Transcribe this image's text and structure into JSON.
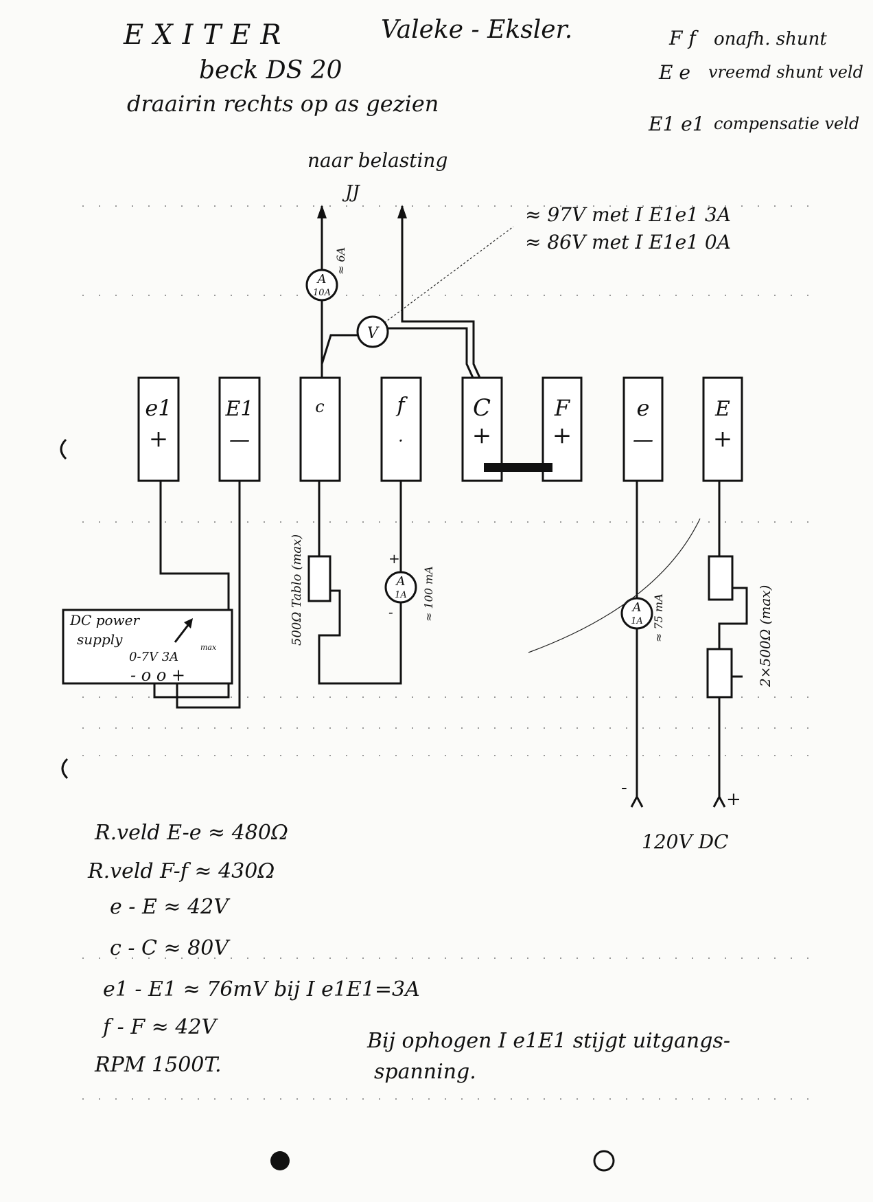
{
  "header": {
    "title": "EXITER",
    "maker": "Valeke - Eksler.",
    "model": "beck DS 20",
    "rotation": "draairin rechts op as gezien"
  },
  "legend": [
    {
      "pair": "F f",
      "text": "onafh. shunt"
    },
    {
      "pair": "E e",
      "text": "vreemd shunt veld"
    },
    {
      "pair": "E1 e1",
      "text": "compensatie veld"
    }
  ],
  "load": {
    "label": "naar belasting",
    "arrow_mark": "JJ"
  },
  "voltage_notes": [
    "≈ 97V met I E1e1 3A",
    "≈ 86V met I E1e1 0A"
  ],
  "terminals": [
    {
      "letter": "e1",
      "sign": "+"
    },
    {
      "letter": "E1",
      "sign": "—"
    },
    {
      "letter": "c",
      "sign": ""
    },
    {
      "letter": "f",
      "sign": "·"
    },
    {
      "letter": "C",
      "sign": "+"
    },
    {
      "letter": "F",
      "sign": "+"
    },
    {
      "letter": "e",
      "sign": "—"
    },
    {
      "letter": "E",
      "sign": "+"
    }
  ],
  "meters": {
    "load_ammeter": {
      "symbol": "A",
      "range": "10A",
      "reading": "≈ 6A"
    },
    "voltmeter": {
      "symbol": "V"
    },
    "f_ammeter": {
      "symbol": "A",
      "range": "1A",
      "reading": "≈ 100 mA",
      "plus": "+",
      "minus": "-"
    },
    "e_ammeter": {
      "symbol": "A",
      "range": "1A",
      "reading": "≈ 75 mA"
    }
  },
  "resistors": {
    "c_resistor": "500Ω Tablo (max)",
    "E_resistors": "2×500Ω (max)"
  },
  "power_supply": {
    "line1": "DC power",
    "line2": "supply",
    "range": "0-7V 3A",
    "note": "max",
    "terminals": "- o o +"
  },
  "supply": {
    "minus": "-",
    "plus": "+",
    "label": "120V DC"
  },
  "notes": [
    "R.veld E-e ≈ 480Ω",
    "R.veld F-f ≈ 430Ω",
    "e - E  ≈  42V",
    "c - C  ≈  80V",
    "e1 - E1 ≈ 76mV bij I e1E1=3A",
    "f - F  ≈  42V",
    "RPM 1500T."
  ],
  "conclusion": [
    "Bij ophogen I e1E1 stijgt uitgangs-",
    "spanning."
  ]
}
